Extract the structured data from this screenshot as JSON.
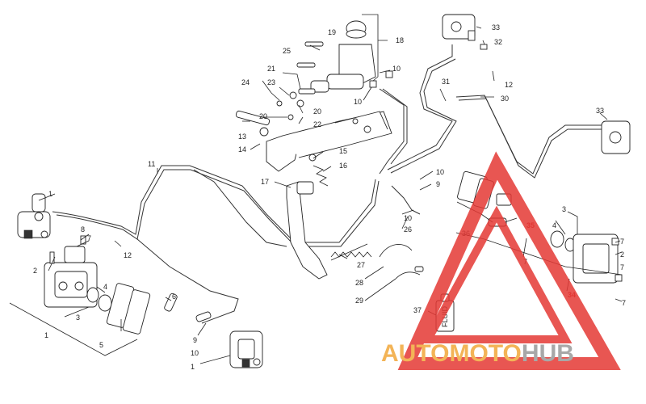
{
  "labels": [
    "1",
    "2",
    "3",
    "4",
    "5",
    "6",
    "7",
    "8",
    "9",
    "10",
    "11",
    "12",
    "13",
    "14",
    "15",
    "16",
    "17",
    "18",
    "19",
    "20",
    "21",
    "22",
    "23",
    "24",
    "25",
    "26",
    "27",
    "28",
    "29",
    "30",
    "31",
    "32",
    "33",
    "34",
    "35",
    "36",
    "37"
  ],
  "fluid_label": "FLUID",
  "watermark": {
    "part1": "AUTO",
    "part2": "MOTO",
    "part3": "HUB"
  },
  "colors": {
    "watermark_red": "#e53935",
    "watermark_orange": "#f2a83a",
    "watermark_gray": "#9a9a9a",
    "line": "#222222"
  }
}
